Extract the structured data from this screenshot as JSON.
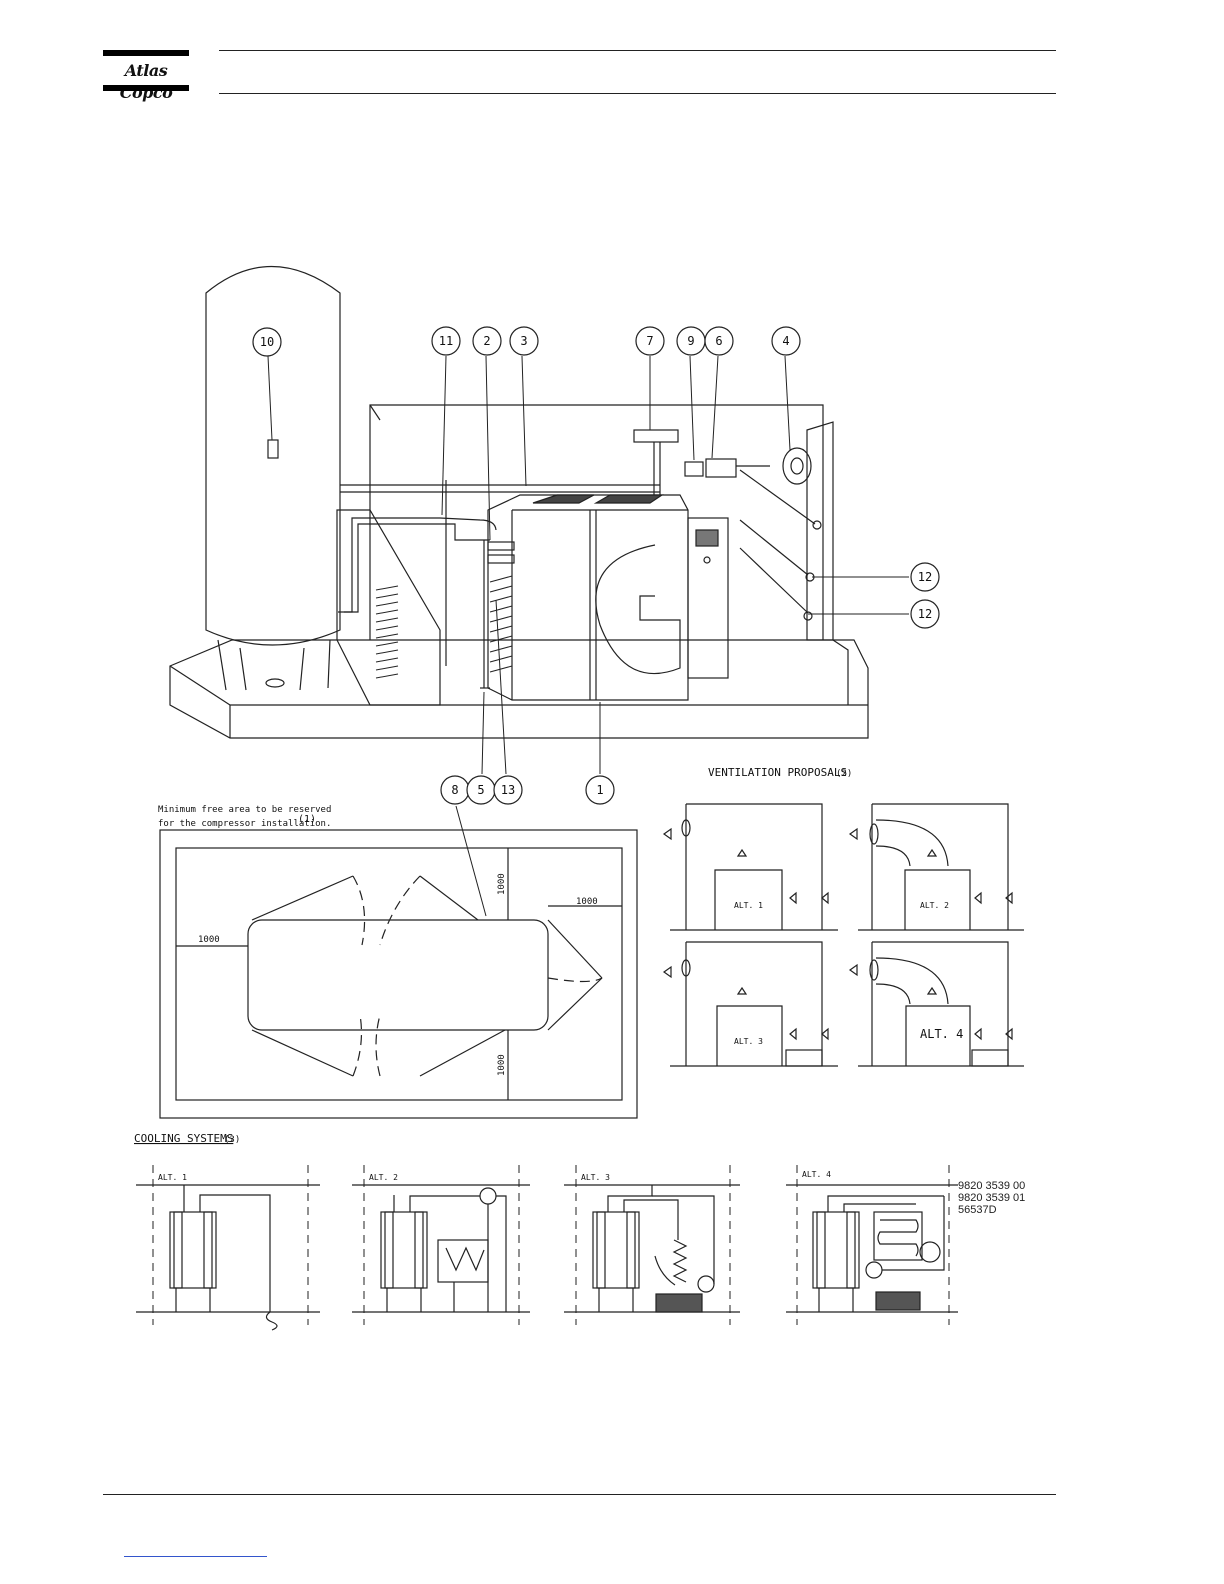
{
  "header": {
    "brand": "Atlas Copco"
  },
  "callouts": [
    {
      "id": "c10",
      "label": "10"
    },
    {
      "id": "c11",
      "label": "11"
    },
    {
      "id": "c2",
      "label": "2"
    },
    {
      "id": "c3",
      "label": "3"
    },
    {
      "id": "c7",
      "label": "7"
    },
    {
      "id": "c9",
      "label": "9"
    },
    {
      "id": "c6",
      "label": "6"
    },
    {
      "id": "c4",
      "label": "4"
    },
    {
      "id": "c12a",
      "label": "12"
    },
    {
      "id": "c12b",
      "label": "12"
    },
    {
      "id": "c8",
      "label": "8"
    },
    {
      "id": "c5",
      "label": "5"
    },
    {
      "id": "c13",
      "label": "13"
    },
    {
      "id": "c1",
      "label": "1"
    }
  ],
  "free_area": {
    "note_line1": "Minimum free area to be reserved",
    "note_line2": "for the compressor installation.",
    "note_ref": "(1)",
    "dim_left": "1000",
    "dim_top": "1000",
    "dim_right": "1000",
    "dim_bottom": "1000"
  },
  "ventilation": {
    "title": "VENTILATION PROPOSALS",
    "ref": "(2)",
    "alt1": "ALT. 1",
    "alt2": "ALT. 2",
    "alt3": "ALT. 3",
    "alt4": "ALT. 4"
  },
  "cooling": {
    "title": "COOLING SYSTEMS",
    "ref": "(3)",
    "alt1": "ALT. 1",
    "alt2": "ALT. 2",
    "alt3": "ALT. 3",
    "alt4": "ALT. 4"
  },
  "doc_refs": [
    "9820 3539 00",
    "9820 3539 01",
    "56537D"
  ],
  "colors": {
    "line": "#222222",
    "link": "#3355cc"
  }
}
